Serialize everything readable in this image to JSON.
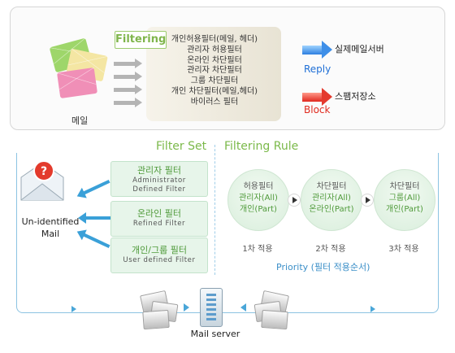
{
  "top": {
    "mail_label": "메일",
    "filtering_title": "Filtering",
    "filters": [
      "개인허용필터(메일, 헤더)",
      "관리자 허용필터",
      "온라인 차단필터",
      "관리자 차단필터",
      "그룹 차단필터",
      "개인 차단필터(메일,헤더)",
      "바이러스 필터"
    ],
    "reply": {
      "text": "실제메일서버",
      "label": "Reply",
      "color": "#1f6fd6"
    },
    "block": {
      "text": "스팸저장소",
      "label": "Block",
      "color": "#e02a1e"
    }
  },
  "left": {
    "unidentified_label_1": "Un-identified",
    "unidentified_label_2": "Mail"
  },
  "filter_set": {
    "title": "Filter Set",
    "items": [
      {
        "kr": "관리자 필터",
        "en1": "Administrator",
        "en2": "Defined Filter"
      },
      {
        "kr": "온라인 필터",
        "en1": "Refined Filter",
        "en2": ""
      },
      {
        "kr": "개인/그룹 필터",
        "en1": "User defined Filter",
        "en2": ""
      }
    ]
  },
  "filtering_rule": {
    "title": "Filtering Rule",
    "circles": [
      {
        "title": "허용필터",
        "line1": "관리자(All)",
        "line2": "개인(Part)",
        "order": "1차 적용"
      },
      {
        "title": "차단필터",
        "line1": "관리자(All)",
        "line2": "온라인(Part)",
        "order": "2차 적용"
      },
      {
        "title": "차단필터",
        "line1": "그룹(All)",
        "line2": "개인(Part)",
        "order": "3차 적용"
      }
    ],
    "priority": "Priority (필터 적용순서)"
  },
  "server": {
    "label": "Mail server"
  },
  "colors": {
    "green": "#7bb94a",
    "blue": "#3aa0d8",
    "red": "#e02a1e"
  }
}
